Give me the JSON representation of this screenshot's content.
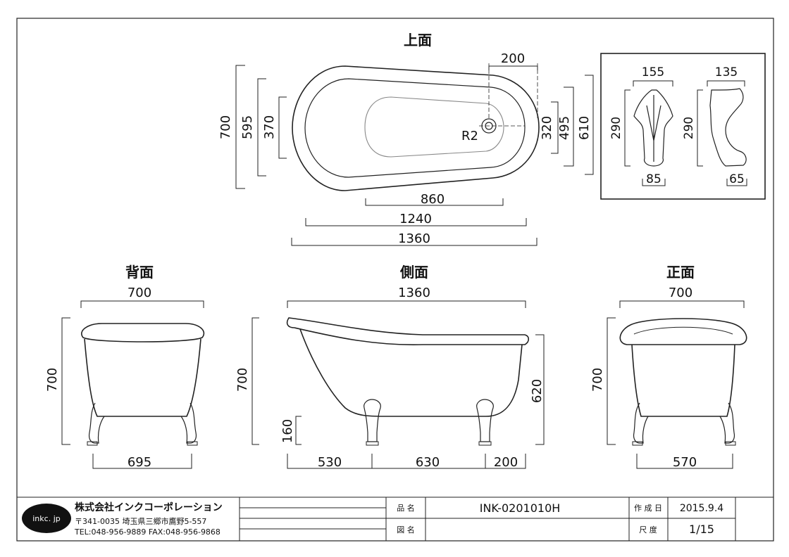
{
  "views": {
    "top": "上面",
    "back": "背面",
    "side": "側面",
    "front": "正面"
  },
  "top_view": {
    "overall_length": "1360",
    "inner_length": "1240",
    "basin_length": "860",
    "drain_offset": "200",
    "drain_radius": "R2",
    "height_outer": "700",
    "height_rim": "595",
    "height_basin": "370",
    "right_basin": "320",
    "right_rim": "495",
    "right_outer": "610"
  },
  "foot_detail": {
    "front_width": "155",
    "front_height": "290",
    "front_base": "85",
    "side_width": "135",
    "side_height": "290",
    "side_base": "65"
  },
  "back_view": {
    "width": "700",
    "height": "700",
    "foot_span": "695"
  },
  "side_view": {
    "length": "1360",
    "height": "700",
    "body_height": "620",
    "leg_height": "160",
    "seg_left": "530",
    "seg_mid": "630",
    "seg_right": "200"
  },
  "front_view": {
    "width": "700",
    "height": "700",
    "foot_span": "570"
  },
  "title_block": {
    "logo": "inkc. jp",
    "company": "株式会社インクコーポレーション",
    "address": "〒341-0035 埼玉県三郷市鷹野5-557",
    "contact": "TEL:048-956-9889 FAX:048-956-9868",
    "product_label": "品 名",
    "product_value": "INK-0201010H",
    "drawing_label": "図 名",
    "drawing_value": "",
    "date_label": "作 成 日",
    "date_value": "2015.9.4",
    "scale_label": "尺 度",
    "scale_value": "1/15"
  }
}
